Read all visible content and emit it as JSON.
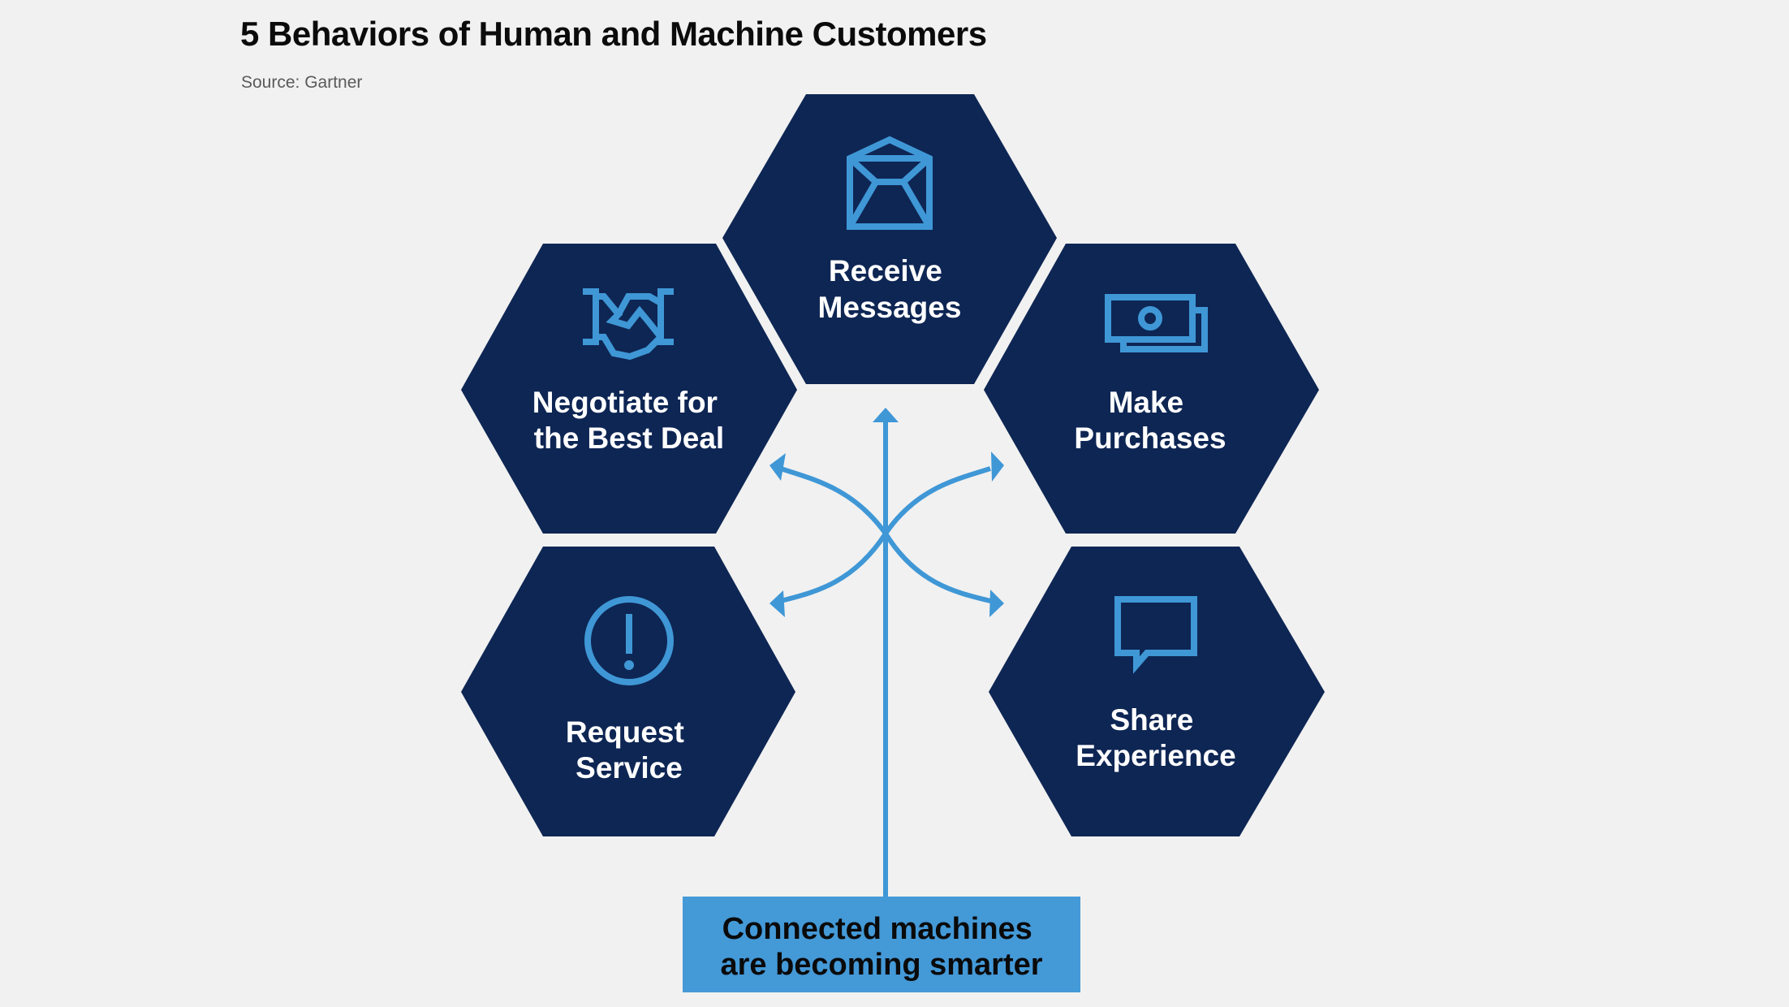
{
  "header": {
    "title": "5 Behaviors of Human and Machine Customers",
    "source": "Source: Gartner"
  },
  "colors": {
    "background": "#f1f1f1",
    "hexagon": "#0e2654",
    "accent": "#3f97d6",
    "callout": "#4499d7"
  },
  "behaviors": [
    {
      "id": "receive",
      "icon": "open-envelope-icon",
      "lines": [
        "Receive",
        "Messages"
      ]
    },
    {
      "id": "negotiate",
      "icon": "handshake-icon",
      "lines": [
        "Negotiate for",
        "the Best Deal"
      ]
    },
    {
      "id": "purchase",
      "icon": "money-bills-icon",
      "lines": [
        "Make",
        "Purchases"
      ]
    },
    {
      "id": "request",
      "icon": "exclamation-circle-icon",
      "lines": [
        "Request",
        "Service"
      ]
    },
    {
      "id": "share",
      "icon": "speech-bubble-icon",
      "lines": [
        "Share",
        "Experience"
      ]
    }
  ],
  "callout": {
    "lines": [
      "Connected machines",
      "are becoming smarter"
    ]
  }
}
